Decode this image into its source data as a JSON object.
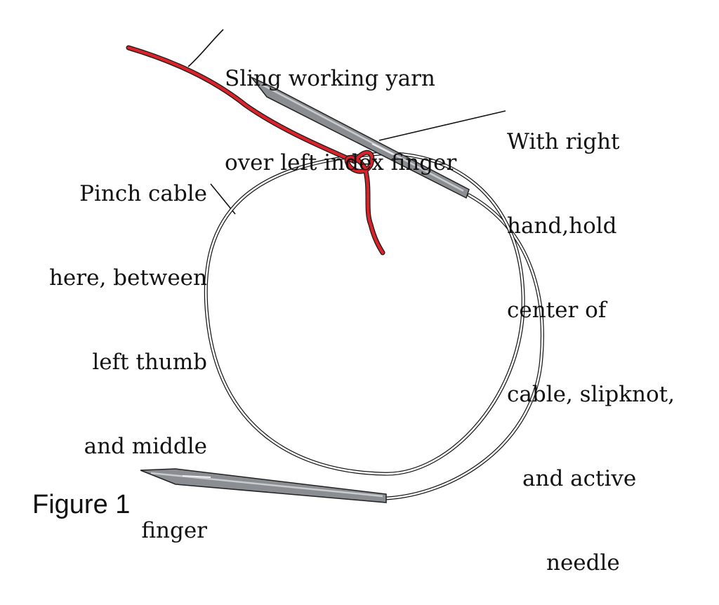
{
  "labels": {
    "sling": [
      "Sling working yarn",
      "over left index finger"
    ],
    "pinch": [
      "Pinch cable",
      "here, between",
      "left thumb",
      "and middle",
      "finger"
    ],
    "right_hand": [
      "With right",
      "hand,hold",
      "center of",
      "cable, slipknot,",
      "and active",
      "needle"
    ],
    "figure": "Figure 1"
  },
  "colors": {
    "yarn": "#d8232a",
    "yarn_stripe": "#1a1a1a",
    "needle": "#8a8d91",
    "needle_highlight": "#c9cbce",
    "cable": "#111111",
    "text": "#111111"
  }
}
